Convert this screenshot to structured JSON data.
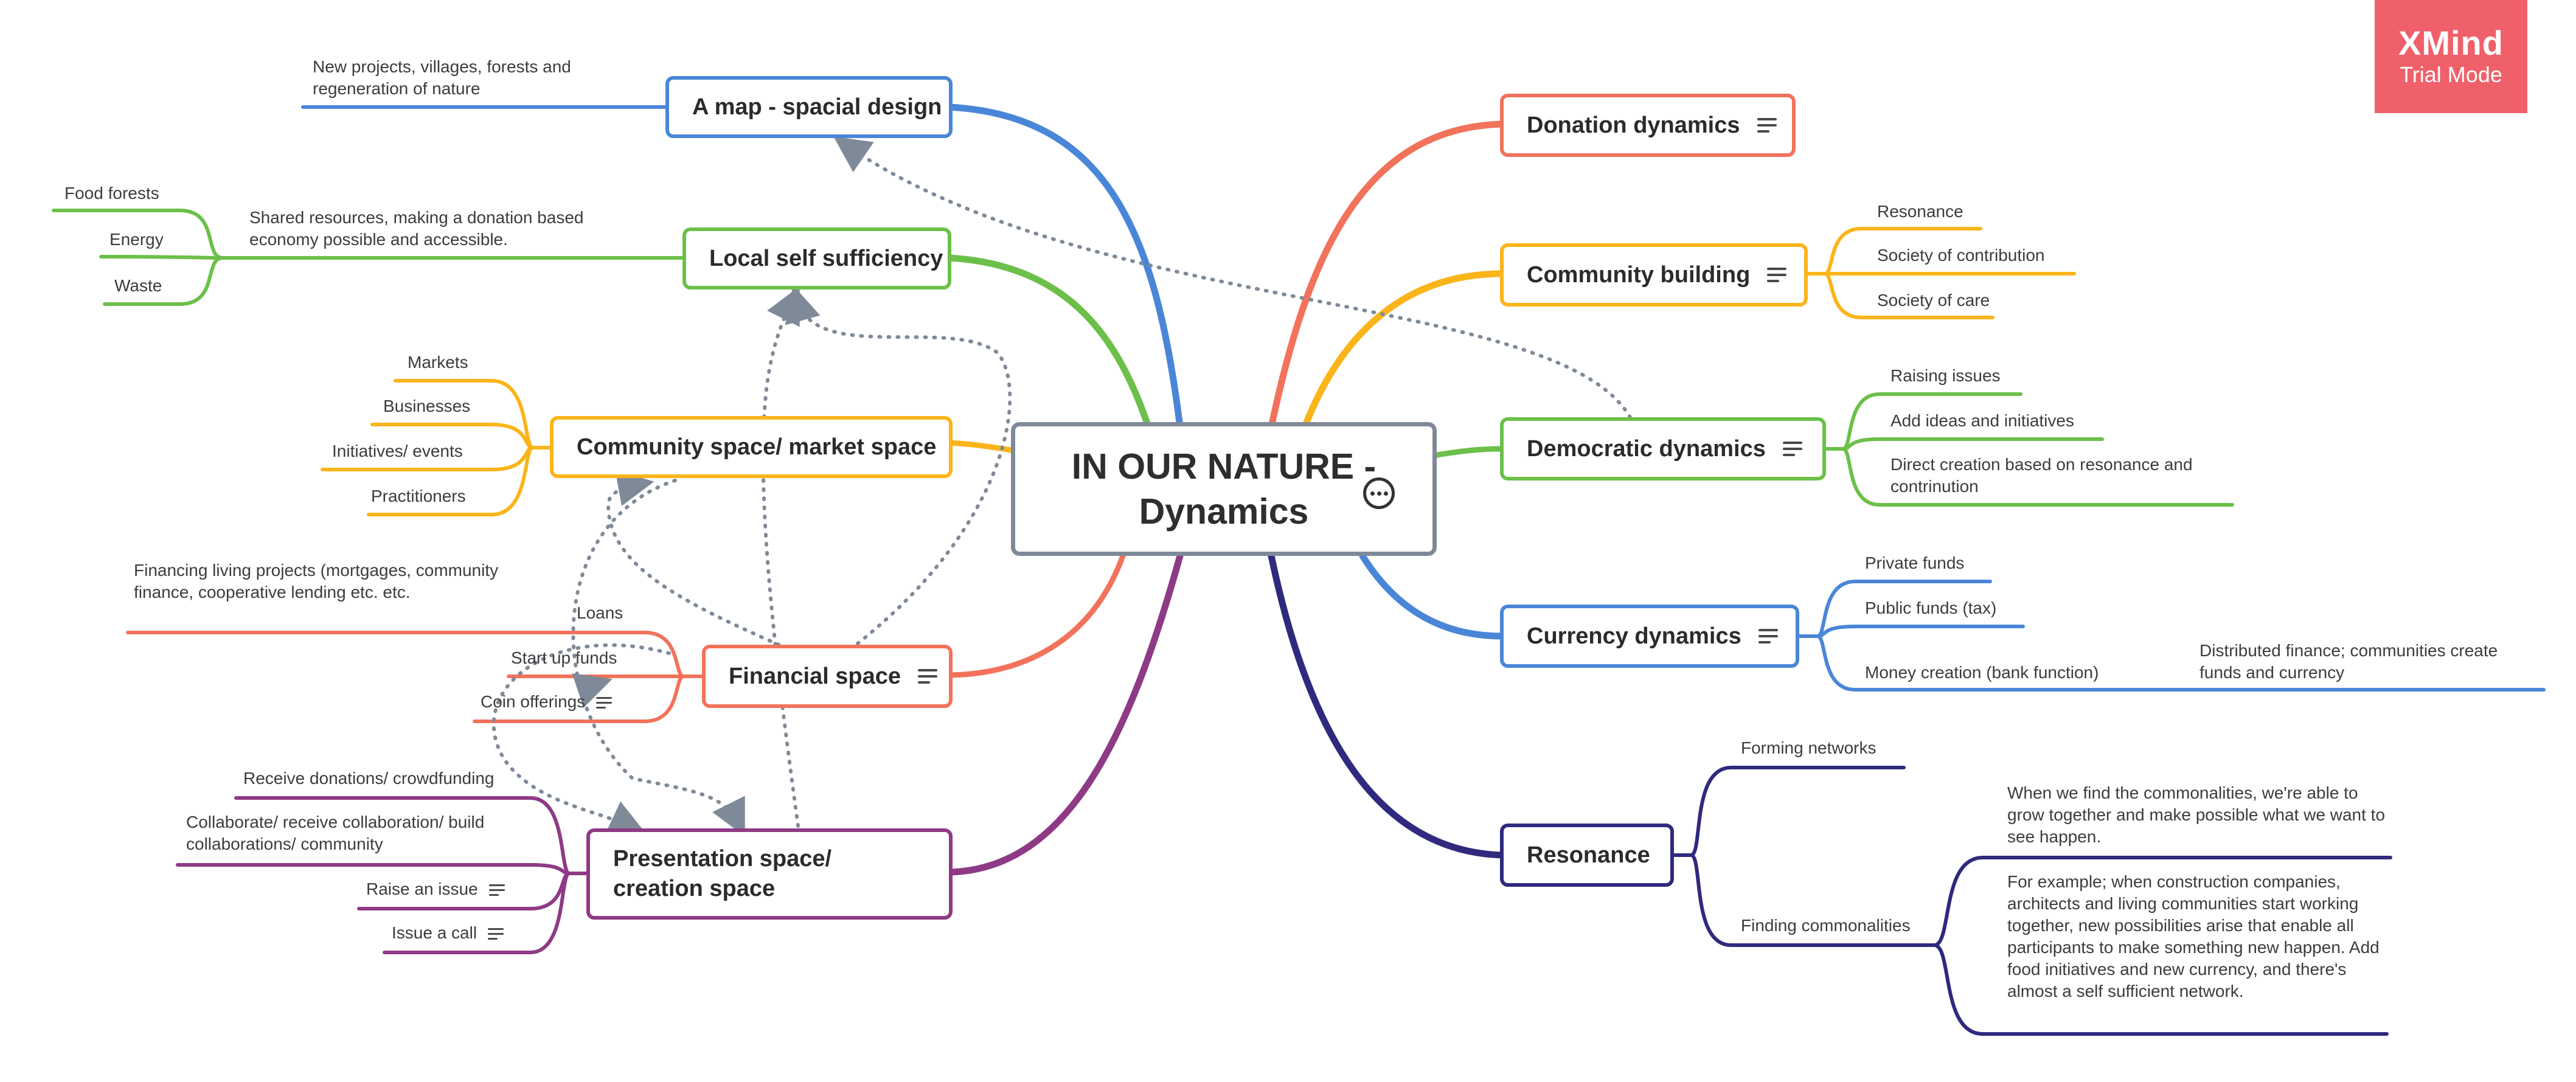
{
  "watermark": {
    "brand": "XMind",
    "mode": "Trial Mode"
  },
  "central": {
    "line1": "IN OUR NATURE -",
    "line2": "Dynamics",
    "more_icon": "ellipsis-icon"
  },
  "colors": {
    "blue": "#4a86d8",
    "green": "#6cc04a",
    "orange": "#fbb419",
    "red": "#f2725b",
    "purple": "#8e3a85",
    "navy": "#2f2a7e",
    "relation": "#7f8a99"
  },
  "left": {
    "map": {
      "label": "A map - spacial design",
      "leaves": [
        "New projects, villages, forests and regeneration of nature"
      ]
    },
    "local": {
      "label": "Local self sufficiency",
      "summary": "Shared resources, making a donation based economy possible and accessible.",
      "leaves": [
        "Food forests",
        "Energy",
        "Waste"
      ]
    },
    "community": {
      "label": "Community space/ market space",
      "leaves": [
        "Markets",
        "Businesses",
        "Initiatives/ events",
        "Practitioners"
      ]
    },
    "financial": {
      "label": "Financial space",
      "leaves": [
        "Loans",
        "Start up funds",
        "Coin offerings"
      ],
      "extra": "Financing living projects (mortgages, community finance, cooperative lending etc. etc."
    },
    "presentation": {
      "label": "Presentation space/ creation space",
      "leaves": [
        "Receive donations/ crowdfunding",
        "Collaborate/ receive collaboration/ build collaborations/ community",
        "Raise an issue",
        "Issue a call"
      ]
    }
  },
  "right": {
    "donation": {
      "label": "Donation dynamics"
    },
    "community_building": {
      "label": "Community building",
      "leaves": [
        "Resonance",
        "Society of contribution",
        "Society of care"
      ]
    },
    "democratic": {
      "label": "Democratic dynamics",
      "leaves": [
        "Raising issues",
        "Add ideas and initiatives",
        "Direct creation based on resonance and contrinution"
      ]
    },
    "currency": {
      "label": "Currency dynamics",
      "leaves": [
        "Private funds",
        "Public funds (tax)",
        "Money creation (bank function)"
      ],
      "sub": "Distributed finance; communities create funds and currency"
    },
    "resonance": {
      "label": "Resonance",
      "leaves": [
        "Forming networks",
        "Finding commonalities"
      ],
      "sub": [
        "When we find the commonalities, we're able to grow together and make possible what we want to see happen.",
        "For example; when construction companies, architects and living communities start working together, new possibilities arise that enable all participants to make something new happen. Add food initiatives and new currency, and there's almost a self sufficient network."
      ]
    }
  }
}
